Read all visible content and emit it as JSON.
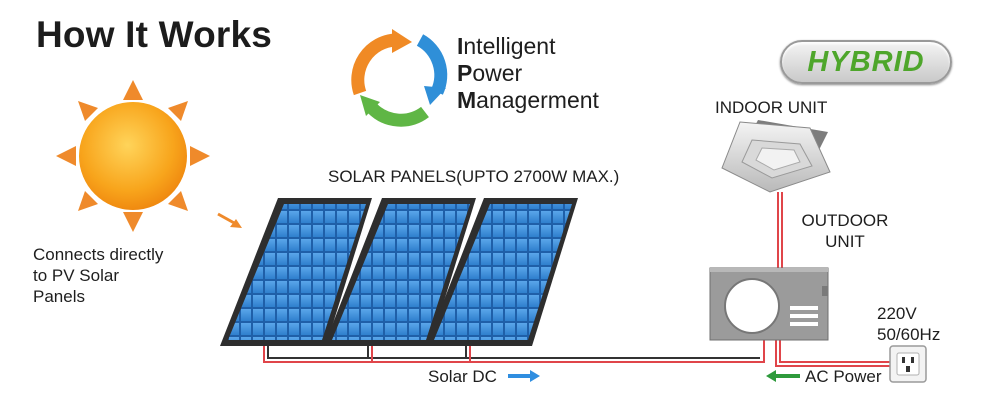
{
  "title": "How It Works",
  "ipm": {
    "line1_initial": "I",
    "line1_rest": "ntelligent",
    "line2_initial": "P",
    "line2_rest": "ower",
    "line3_initial": "M",
    "line3_rest": "anagerment"
  },
  "badge": {
    "label": "HYBRID"
  },
  "sun_note": {
    "line1": "Connects directly",
    "line2": "to PV Solar",
    "line3": "Panels"
  },
  "panels": {
    "label": "SOLAR PANELS(UPTO  2700W  MAX.)",
    "count": 3
  },
  "indoor_unit": {
    "label": "INDOOR UNIT"
  },
  "outdoor_unit": {
    "line1": "OUTDOOR",
    "line2": "UNIT"
  },
  "supply": {
    "voltage": "220V",
    "frequency": "50/60Hz"
  },
  "flows": {
    "solar_dc": "Solar DC",
    "ac_power": "AC Power"
  },
  "colors": {
    "sun_core": "#f7a21b",
    "sun_rays": "#f0892a",
    "panel_cell": "#3f8fd9",
    "panel_frame": "#2f2f2f",
    "wire_red": "#e0454a",
    "arrow_blue": "#2f8ee0",
    "arrow_green": "#2e9a3c",
    "hybrid_green": "#4ea62b",
    "cycle_blue": "#2f8fd8",
    "cycle_green": "#5fb645",
    "cycle_orange": "#f08a25"
  },
  "icons": [
    "sun-icon",
    "cycle-arrows-icon",
    "solar-panel-icon",
    "indoor-unit-icon",
    "outdoor-unit-icon",
    "power-socket-icon",
    "arrow-right-icon",
    "arrow-left-icon"
  ]
}
